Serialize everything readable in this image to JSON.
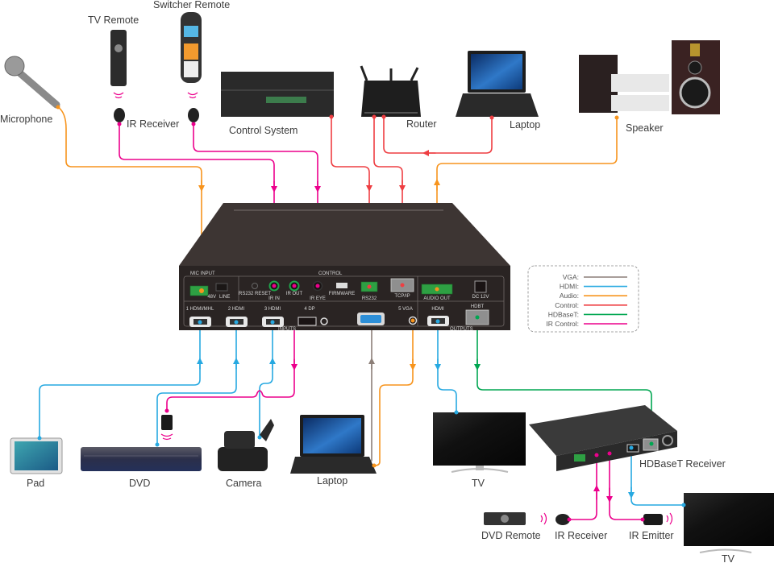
{
  "colors": {
    "vga": "#8c7f78",
    "hdmi": "#27a9e1",
    "audio": "#f7941d",
    "control": "#ee3e42",
    "hdbaset": "#00a651",
    "ir": "#ec008c",
    "device_dark": "#3d3533",
    "panel": "#2a2423"
  },
  "labels": {
    "microphone": "Microphone",
    "tv_remote": "TV Remote",
    "switcher_remote": "Switcher Remote",
    "ir_receiver_top": "IR Receiver",
    "control_system": "Control System",
    "router": "Router",
    "laptop_top": "Laptop",
    "speaker": "Speaker",
    "pad": "Pad",
    "dvd": "DVD",
    "camera": "Camera",
    "laptop_bottom": "Laptop",
    "tv_center": "TV",
    "hdbaset_receiver": "HDBaseT Receiver",
    "dvd_remote": "DVD Remote",
    "ir_receiver_bottom": "IR Receiver",
    "ir_emitter": "IR Emitter",
    "tv_right": "TV"
  },
  "switcher_panel": {
    "mic_input": "MIC INPUT",
    "mic_line_48v": "48V",
    "mic_line_line": "LINE",
    "control": "CONTROL",
    "ir_in": "IR IN",
    "ir_out": "IR OUT",
    "ir_eye": "IR EYE",
    "rs232_reset": "RS232 RESET",
    "firmware": "FIRMWARE",
    "rs232": "RS232",
    "tcp_ip": "TCP/IP",
    "audio_out": "AUDIO OUT",
    "dc_in": "DC 12V",
    "hdmi1": "1 HDMI/MHL",
    "hdmi2": "2 HDMI",
    "hdmi3": "3 HDMI",
    "dp4": "4 DP",
    "vga5": "5 VGA",
    "hdmi_out": "HDMI",
    "hdbt_out": "HDBT",
    "inputs": "INPUTS",
    "outputs": "OUTPUTS"
  },
  "legend": [
    {
      "label": "VGA:",
      "key": "vga"
    },
    {
      "label": "HDMI:",
      "key": "hdmi"
    },
    {
      "label": "Audio:",
      "key": "audio"
    },
    {
      "label": "Control:",
      "key": "control"
    },
    {
      "label": "HDBaseT:",
      "key": "hdbaset"
    },
    {
      "label": "IR Control:",
      "key": "ir"
    }
  ]
}
